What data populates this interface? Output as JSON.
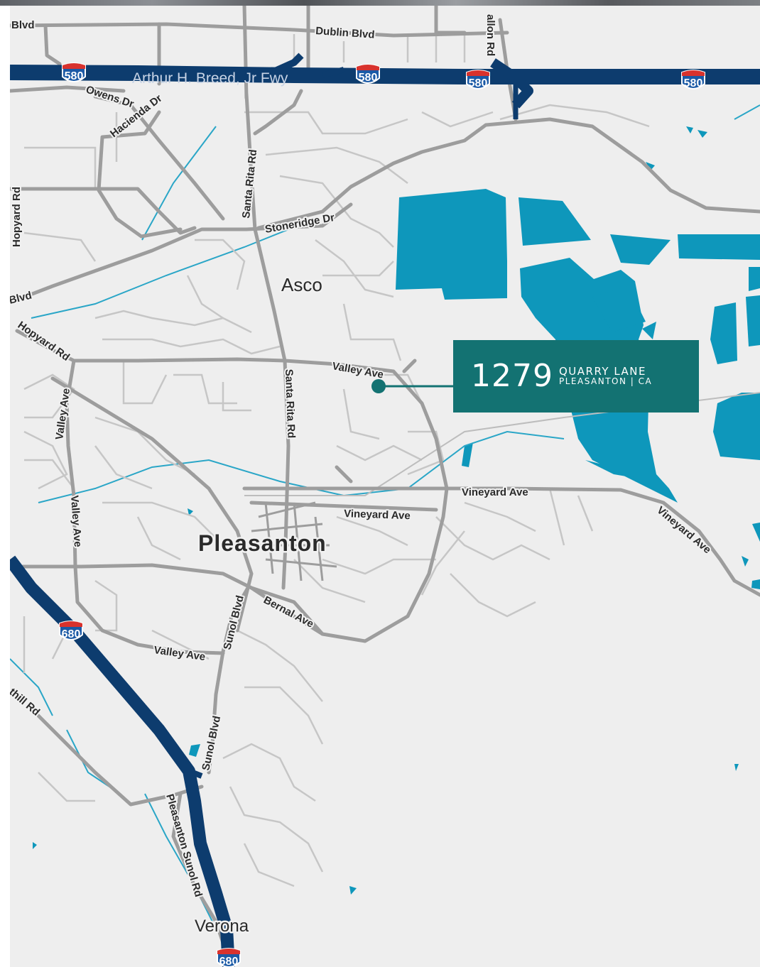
{
  "map": {
    "colors": {
      "land": "#eeeeee",
      "water": "#0e97bb",
      "freeway": "#0d3c6e",
      "major_road": "#9d9d9d",
      "minor_road": "#c6c6c6",
      "callout": "#137272"
    },
    "freeway_name": "Arthur H. Breed, Jr Fwy",
    "shields": [
      "580",
      "580",
      "580",
      "580",
      "680",
      "680"
    ],
    "places": {
      "pleasanton": "Pleasanton",
      "asco": "Asco",
      "verona": "Verona"
    },
    "roads": {
      "dublin_blvd": "Dublin Blvd",
      "blvd_top": "Blvd",
      "blvd_left": "Blvd",
      "fallon_rd": "allon Rd",
      "owens_dr": "Owens Dr",
      "hacienda_dr": "Hacienda Dr",
      "hopyard_rd_vertical": "Hopyard Rd",
      "hopyard_rd_diagonal": "Hopyard Rd",
      "santa_rita_rd_north": "Santa Rita Rd",
      "santa_rita_rd_south": "Santa Rita Rd",
      "stoneridge_dr": "Stoneridge Dr",
      "valley_ave_east": "Valley Ave",
      "valley_ave_west": "Valley Ave",
      "valley_ave_west_lower": "Valley Ave",
      "valley_ave_south": "Valley Ave",
      "vineyard_ave_1": "Vineyard Ave",
      "vineyard_ave_2": "Vineyard Ave",
      "vineyard_ave_3": "Vineyard Ave",
      "bernal_ave": "Bernal Ave",
      "sunol_blvd_north": "Sunol Blvd",
      "sunol_blvd_south": "Sunol Blvd",
      "pleasanton_sunol_rd": "Pleasanton Sunol Rd",
      "foothill_rd": "thill Rd"
    }
  },
  "callout": {
    "number": "1279",
    "street": "QUARRY LANE",
    "city": "PLEASANTON | CA"
  }
}
